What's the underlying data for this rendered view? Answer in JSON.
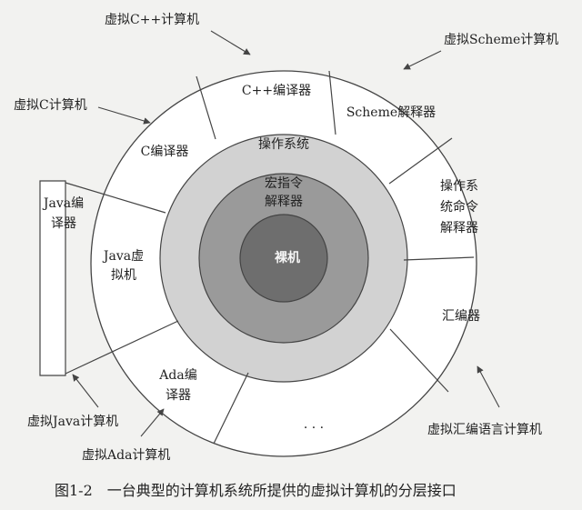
{
  "rings": {
    "core": "裸机",
    "macro_line1": "宏指令",
    "macro_line2": "解释器",
    "os": "操作系统"
  },
  "sectors": {
    "cpp": "C++编译器",
    "scheme": "Scheme解释器",
    "cmd_line1": "操作系",
    "cmd_line2": "统命令",
    "cmd_line3": "解释器",
    "asm": "汇编器",
    "ellipsis": "· · ·",
    "ada_line1": "Ada编",
    "ada_line2": "译器",
    "jvm_line1": "Java虚",
    "jvm_line2": "拟机",
    "c": "C编译器"
  },
  "java_compiler": {
    "line1": "Java编",
    "line2": "译器"
  },
  "callouts": {
    "vm_cpp": "虚拟C++计算机",
    "vm_scheme": "虚拟Scheme计算机",
    "vm_c": "虚拟C计算机",
    "vm_java": "虚拟Java计算机",
    "vm_ada": "虚拟Ada计算机",
    "vm_asm": "虚拟汇编语言计算机"
  },
  "caption": "图1-2　一台典型的计算机系统所提供的虚拟计算机的分层接口",
  "colors": {
    "background": "#f2f2f0",
    "outer_ring": "#ffffff",
    "os_ring": "#d2d2d2",
    "macro_ring": "#9a9a9a",
    "core": "#6e6e6e",
    "line": "#444444"
  }
}
